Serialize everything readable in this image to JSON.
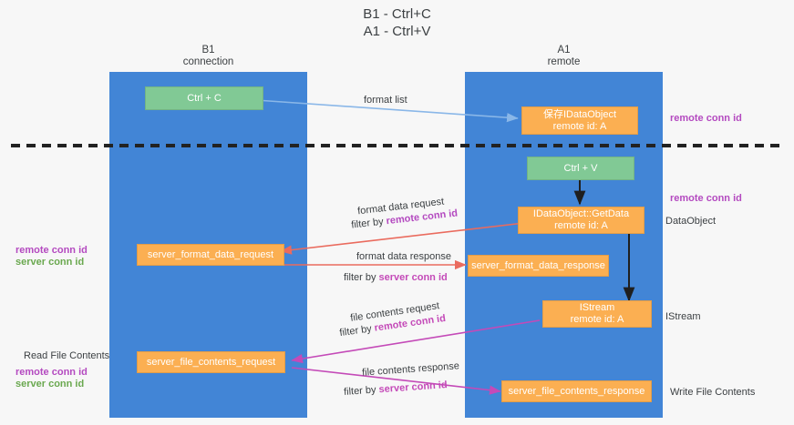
{
  "title": {
    "line1": "B1 - Ctrl+C",
    "line2": "A1 - Ctrl+V"
  },
  "columns": [
    {
      "name": "B1",
      "sub": "connection"
    },
    {
      "name": "A1",
      "sub": "remote"
    }
  ],
  "boxes": {
    "ctrl_c": "Ctrl + C",
    "ctrl_v": "Ctrl + V",
    "idataobject": {
      "line1": "保存IDataObject",
      "line2": "remote id: A"
    },
    "getdata": {
      "line1": "IDataObject::GetData",
      "line2": "remote id: A"
    },
    "istream": {
      "line1": "IStream",
      "line2": "remote id: A"
    },
    "server_format_data_request": "server_format_data_request",
    "server_format_data_response": "server_format_data_response",
    "server_file_contents_request": "server_file_contents_request",
    "server_file_contents_response": "server_file_contents_response"
  },
  "arrow_labels": {
    "format_list": "format list",
    "format_data_request": "format data request",
    "format_data_response": "format data response",
    "file_contents_request": "file contents request",
    "file_contents_response": "file contents response",
    "filter_by": "filter by",
    "remote_conn_id": "remote conn id",
    "server_conn_id": "server conn id"
  },
  "side_labels": {
    "remote_conn_id": "remote conn id",
    "server_conn_id": "server conn id",
    "data_object": "DataObject",
    "istream": "IStream",
    "write_file_contents": "Write File Contents",
    "read_file_contents": "Read File Contents"
  },
  "colors": {
    "lane": "#4285d6",
    "green_box": "#81c995",
    "orange_box": "#fbaf52",
    "purple_text": "#b44ac0",
    "green_text": "#6aa84f",
    "red_arrow": "#ea6b5e",
    "magenta_arrow": "#c44ab8",
    "blue_arrow": "#8ab7e8",
    "divider": "#222222"
  }
}
